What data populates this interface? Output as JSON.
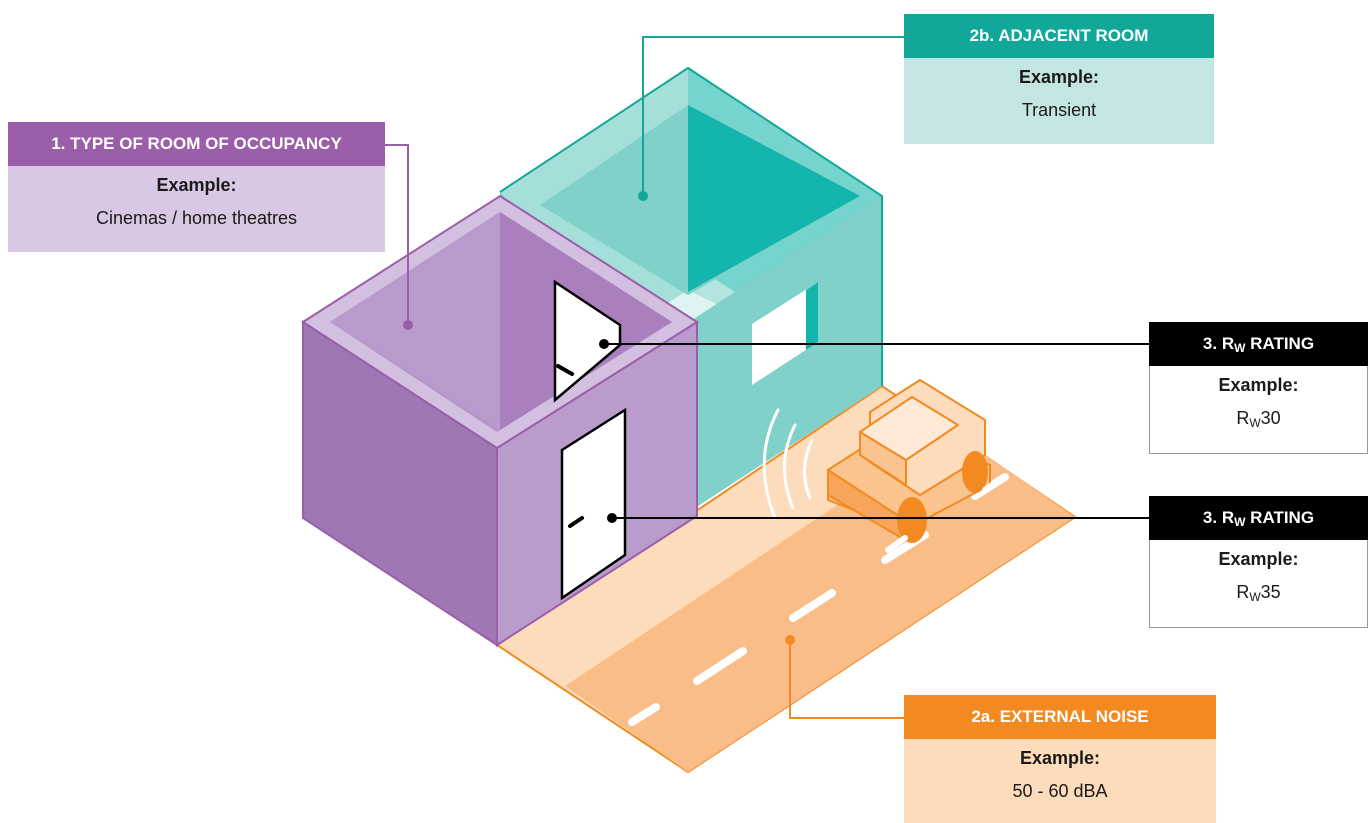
{
  "callouts": {
    "type_of_room": {
      "title": "1. TYPE OF ROOM OF OCCUPANCY",
      "example_label": "Example:",
      "value": "Cinemas / home theatres",
      "color": "#9b5ea8"
    },
    "adjacent_room": {
      "title": "2b. ADJACENT ROOM",
      "example_label": "Example:",
      "value": "Transient",
      "color": "#11a89a"
    },
    "rw_rating_window": {
      "title_prefix": "3. R",
      "title_sub": "W",
      "title_suffix": " RATING",
      "example_label": "Example:",
      "value_prefix": "R",
      "value_sub": "W",
      "value_suffix": "30",
      "color": "#000000"
    },
    "rw_rating_door": {
      "title_prefix": "3. R",
      "title_sub": "W",
      "title_suffix": " RATING",
      "example_label": "Example:",
      "value_prefix": "R",
      "value_sub": "W",
      "value_suffix": "35",
      "color": "#000000"
    },
    "external_noise": {
      "title": "2a. EXTERNAL NOISE",
      "example_label": "Example:",
      "value": "50 - 60 dBA",
      "color": "#f28a21"
    }
  },
  "palette": {
    "purple": "#9b5ea8",
    "teal": "#11a89a",
    "orange": "#f28a21",
    "black": "#000000"
  }
}
